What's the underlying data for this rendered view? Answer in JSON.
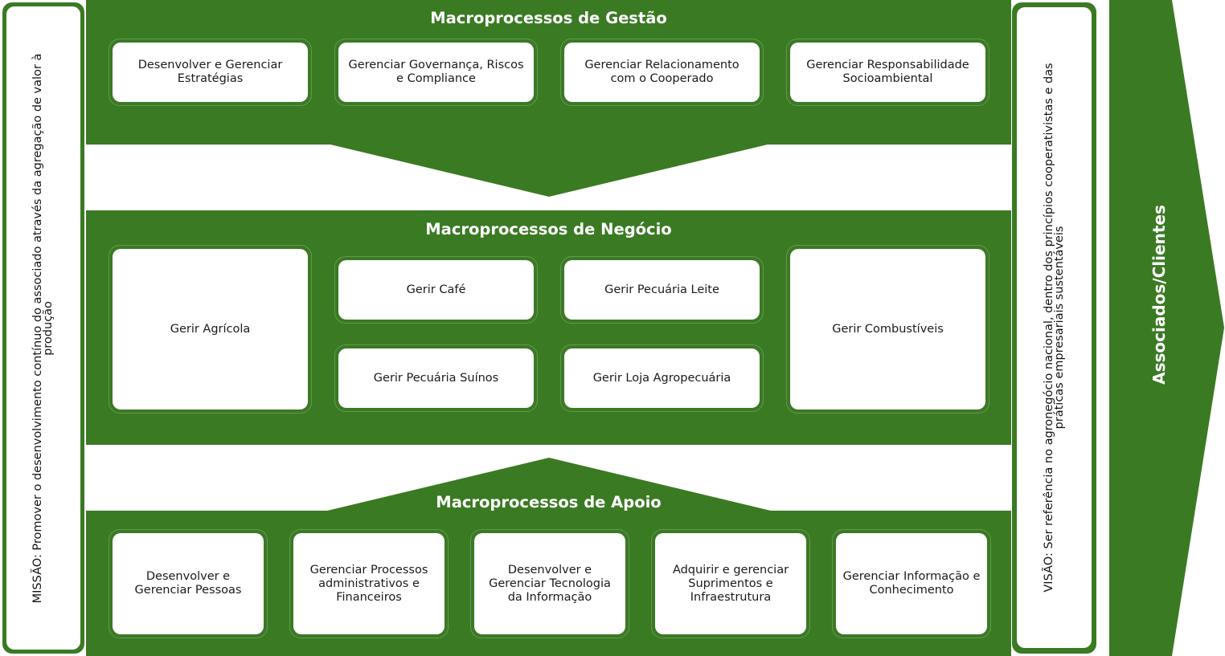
{
  "colors": {
    "primary_green": "#3a7a23",
    "box_fill": "#ffffff",
    "text_dark": "#1a1a1a"
  },
  "mission": {
    "text": "MISSÃO: Promover o desenvolvimento contínuo do associado através da agregação de valor à produção"
  },
  "vision": {
    "text": "VISÃO: Ser referência no agronegócio nacional, dentro dos princípios cooperativistas e das práticas empresariais sustentáveis"
  },
  "customers_arrow": {
    "label": "Associados/Clientes"
  },
  "sections": {
    "gestao": {
      "title": "Macroprocessos de Gestão",
      "items": [
        "Desenvolver e Gerenciar Estratégias",
        "Gerenciar Governança, Riscos e Compliance",
        "Gerenciar Relacionamento com o Cooperado",
        "Gerenciar Responsabilidade Socioambiental"
      ]
    },
    "negocio": {
      "title": "Macroprocessos de Negócio",
      "items": [
        "Gerir Agrícola",
        "Gerir Café",
        "Gerir Pecuária Leite",
        "Gerir Pecuária Suínos",
        "Gerir Loja Agropecuária",
        "Gerir Combustíveis"
      ]
    },
    "apoio": {
      "title": "Macroprocessos de Apoio",
      "items": [
        "Desenvolver e Gerenciar Pessoas",
        "Gerenciar Processos administrativos e Financeiros",
        "Desenvolver e Gerenciar Tecnologia da Informação",
        "Adquirir e gerenciar Suprimentos e Infraestrutura",
        "Gerenciar Informação e Conhecimento"
      ]
    }
  }
}
